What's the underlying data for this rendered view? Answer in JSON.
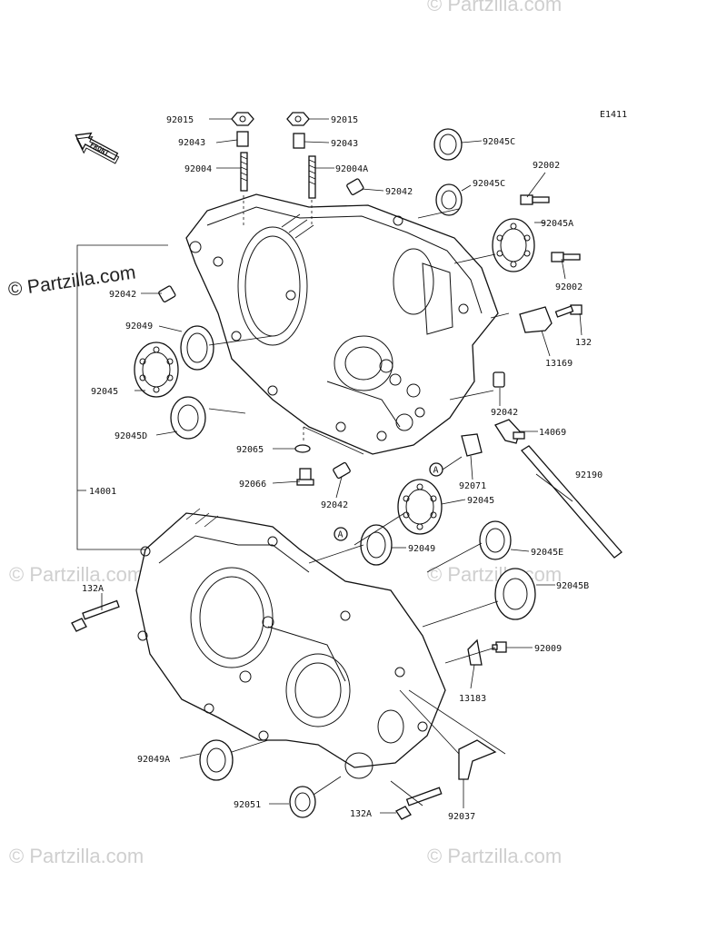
{
  "diagram": {
    "code": "E1411",
    "front_label": "FRONT",
    "watermark": "© Partzilla.com",
    "labels": {
      "p92015a": "92015",
      "p92015b": "92015",
      "p92043a": "92043",
      "p92043b": "92043",
      "p92004": "92004",
      "p92004A": "92004A",
      "p92045C_a": "92045C",
      "p92045C_b": "92045C",
      "p92002a": "92002",
      "p92002b": "92002",
      "p92042a": "92042",
      "p92042b": "92042",
      "p92042c": "92042",
      "p92042d": "92042",
      "p92045A": "92045A",
      "p132a": "132",
      "p92049a": "92049",
      "p92049b": "92049",
      "p13169": "13169",
      "p92045a": "92045",
      "p92045b": "92045",
      "p92045D": "92045D",
      "p14069": "14069",
      "p92065": "92065",
      "p92066": "92066",
      "p92071": "92071",
      "p92190": "92190",
      "p14001": "14001",
      "p92045E": "92045E",
      "p92045B": "92045B",
      "p132A_a": "132A",
      "p132A_b": "132A",
      "p92009": "92009",
      "p13183": "13183",
      "p92049A": "92049A",
      "p92051": "92051",
      "p92037": "92037",
      "callout_a1": "A",
      "callout_a2": "A"
    }
  }
}
